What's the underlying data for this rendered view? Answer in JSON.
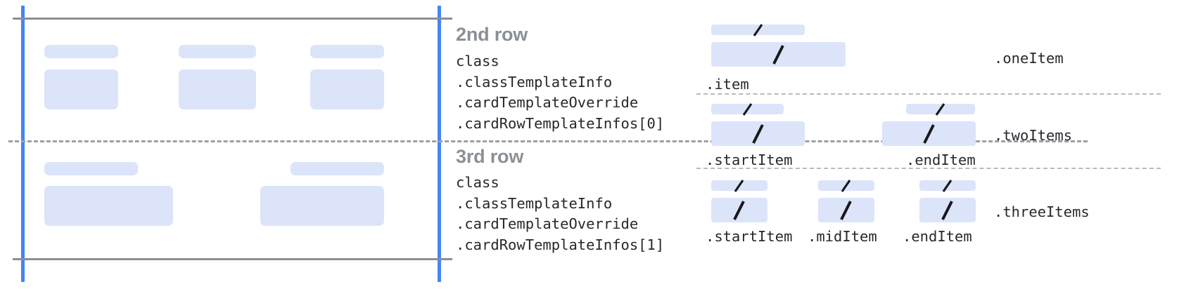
{
  "left_panel": {
    "row_groups": [
      {
        "name": "2nd row",
        "columns": 3
      },
      {
        "name": "3rd row",
        "columns": 2
      }
    ]
  },
  "rows": [
    {
      "title": "2nd row",
      "code": "class\n.classTemplateInfo\n.cardTemplateOverride\n.cardRowTemplateInfos[0]"
    },
    {
      "title": "3rd row",
      "code": "class\n.classTemplateInfo\n.cardTemplateOverride\n.cardRowTemplateInfos[1]"
    }
  ],
  "right_panel": {
    "groups": [
      {
        "label": ".oneItem",
        "items": [
          {
            "caption": ".item"
          }
        ]
      },
      {
        "label": ".twoItems",
        "items": [
          {
            "caption": ".startItem"
          },
          {
            "caption": ".endItem"
          }
        ]
      },
      {
        "label": ".threeItems",
        "items": [
          {
            "caption": ".startItem"
          },
          {
            "caption": ".midItem"
          },
          {
            "caption": ".endItem"
          }
        ]
      }
    ]
  },
  "colors": {
    "placeholder_fill": "#dce4fa",
    "guide_blue": "#4285f4",
    "guide_gray": "#8a8f94",
    "dash_gray": "#9aa0a6",
    "row_title": "#8a9096",
    "code_text": "#26282b"
  }
}
